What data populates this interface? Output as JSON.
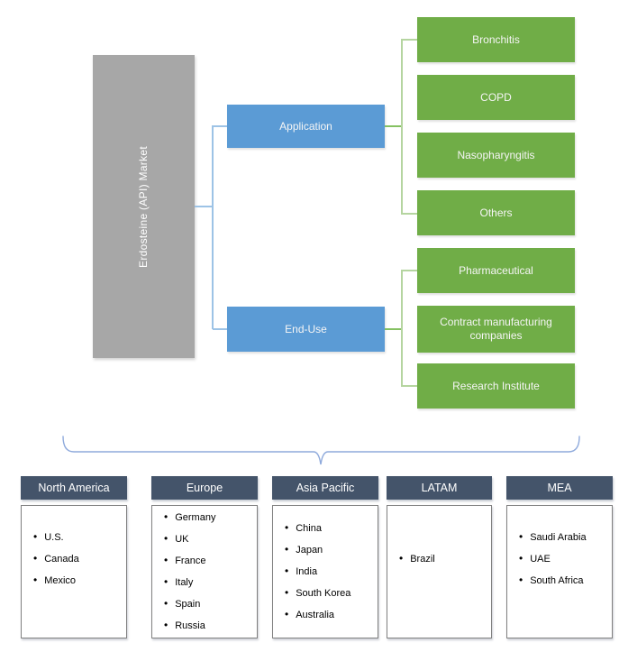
{
  "root_label": "Erdosteine (API) Market",
  "segments": [
    {
      "label": "Application",
      "children": [
        "Bronchitis",
        "COPD",
        "Nasopharyngitis",
        "Others"
      ]
    },
    {
      "label": "End-Use",
      "children": [
        "Pharmaceutical",
        "Contract manufacturing companies",
        "Research Institute"
      ]
    }
  ],
  "regions": [
    {
      "label": "North America",
      "countries": [
        "U.S.",
        "Canada",
        "Mexico"
      ]
    },
    {
      "label": "Europe",
      "countries": [
        "Germany",
        "UK",
        "France",
        "Italy",
        "Spain",
        "Russia"
      ]
    },
    {
      "label": "Asia Pacific",
      "countries": [
        "China",
        "Japan",
        "India",
        "South Korea",
        "Australia"
      ]
    },
    {
      "label": "LATAM",
      "countries": [
        "Brazil"
      ]
    },
    {
      "label": "MEA",
      "countries": [
        "Saudi Arabia",
        "UAE",
        "South Africa"
      ]
    }
  ],
  "colors": {
    "root_box": "#a7a7a7",
    "segment_box": "#5b9bd5",
    "child_box": "#70ad47",
    "region_header": "#44546a",
    "connector_blue": "#9dc3e6",
    "connector_green": "#b5d5a0",
    "connector_green_dark": "#85c162",
    "brace": "#8faadc",
    "list_border": "#808080",
    "node_text": "#f5f5f5",
    "bullet_text": "#000000"
  }
}
